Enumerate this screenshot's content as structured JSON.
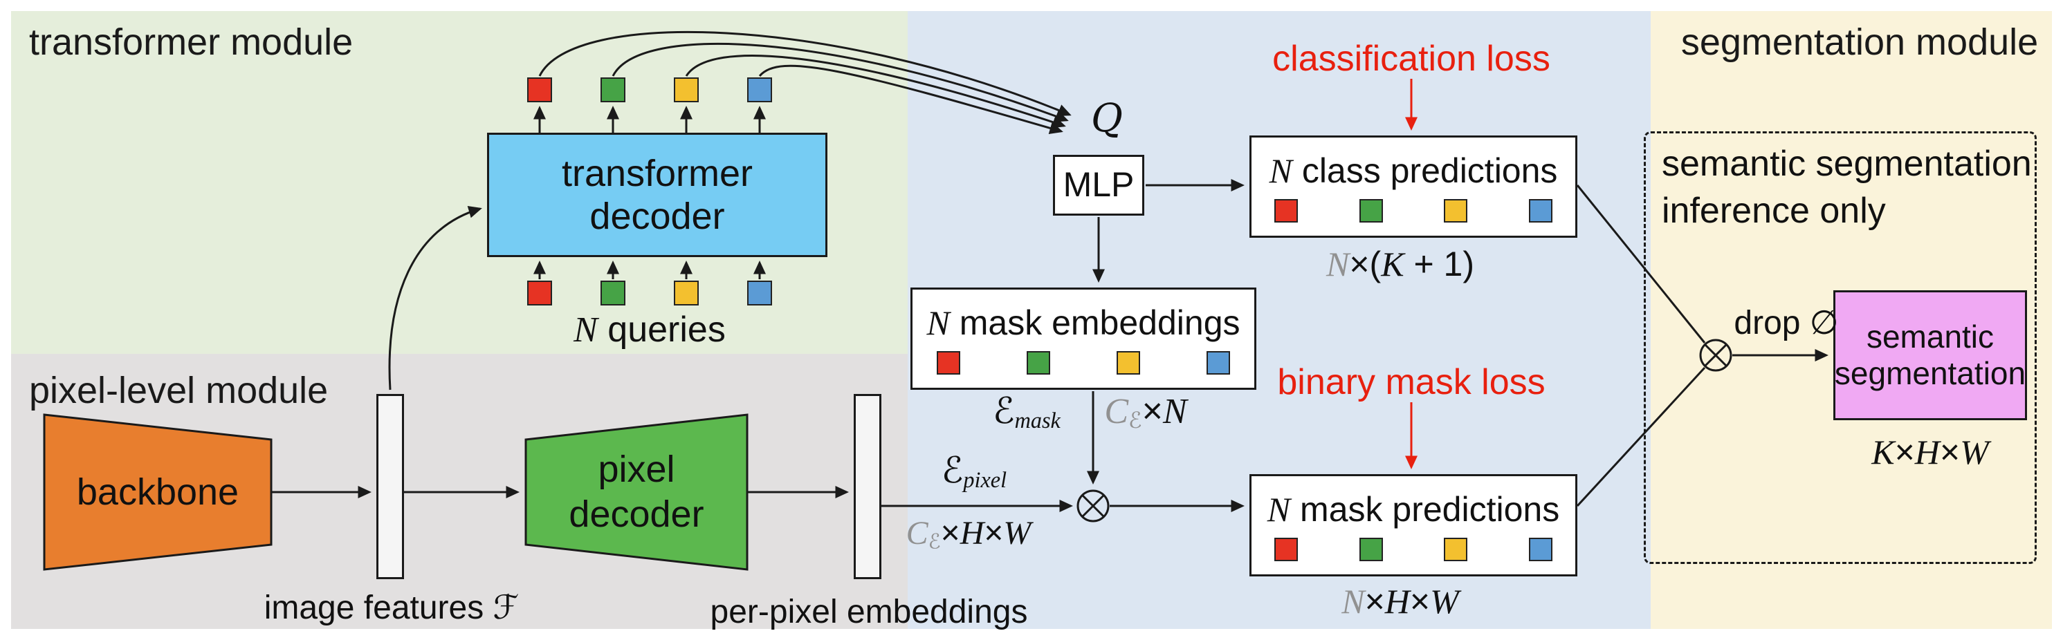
{
  "colors": {
    "panel_transformer": "#e5eedb",
    "panel_pixel": "#e2e0e0",
    "panel_middle": "#dce6f2",
    "panel_segmentation": "#faf3da",
    "decoder_fill": "#76ccf3",
    "backbone_fill": "#e87e2e",
    "pixel_decoder_fill": "#5cb84e",
    "semantic_seg_fill": "#f0a9f3",
    "loss_red": "#e8200f",
    "dim_gray": "#919191",
    "sq_red": "#e63323",
    "sq_green": "#46a346",
    "sq_yellow": "#f3c02f",
    "sq_blue": "#5b9bd5"
  },
  "modules": {
    "transformer_title": "transformer module",
    "pixel_title": "pixel-level module",
    "segmentation_title": "segmentation module"
  },
  "transformer_module": {
    "decoder_line1": "transformer",
    "decoder_line2": "decoder",
    "queries_label": [
      {
        "t": "N",
        "c": "it"
      },
      {
        "t": " queries"
      }
    ]
  },
  "pixel_module": {
    "backbone_label": "backbone",
    "pixel_decoder_line1": "pixel",
    "pixel_decoder_line2": "decoder",
    "image_features_label": [
      {
        "t": "image features "
      },
      {
        "t": "ℱ",
        "c": "scr"
      }
    ],
    "per_pixel_label": "per-pixel embeddings"
  },
  "middle": {
    "q_label": "Q",
    "mlp_label": "MLP",
    "classification_loss_label": "classification loss",
    "binary_mask_loss_label": "binary mask loss",
    "class_predictions_title": [
      {
        "t": "N",
        "c": "it"
      },
      {
        "t": " class predictions"
      }
    ],
    "class_predictions_dim": [
      {
        "t": "N",
        "c": "it gray"
      },
      {
        "t": "×("
      },
      {
        "t": "K",
        "c": "it"
      },
      {
        "t": " + 1)"
      }
    ],
    "mask_embeddings_title": [
      {
        "t": "N",
        "c": "it"
      },
      {
        "t": " mask embeddings"
      }
    ],
    "e_mask_label": [
      {
        "t": "ℰ",
        "c": "scr"
      },
      {
        "t": "mask",
        "c": "it sub"
      }
    ],
    "ce_n_label": [
      {
        "t": "C",
        "c": "it gray"
      },
      {
        "t": "ℰ",
        "c": "scr sub gray"
      },
      {
        "t": "×"
      },
      {
        "t": "N",
        "c": "it"
      }
    ],
    "e_pixel_label": [
      {
        "t": "ℰ",
        "c": "scr"
      },
      {
        "t": "pixel",
        "c": "it sub"
      }
    ],
    "ce_hw_label": [
      {
        "t": "C",
        "c": "it gray"
      },
      {
        "t": "ℰ",
        "c": "scr sub gray"
      },
      {
        "t": "×"
      },
      {
        "t": "H",
        "c": "it"
      },
      {
        "t": "×"
      },
      {
        "t": "W",
        "c": "it"
      }
    ],
    "mask_predictions_title": [
      {
        "t": "N",
        "c": "it"
      },
      {
        "t": " mask predictions"
      }
    ],
    "mask_predictions_dim": [
      {
        "t": "N",
        "c": "it gray"
      },
      {
        "t": "×"
      },
      {
        "t": "H",
        "c": "it"
      },
      {
        "t": "×"
      },
      {
        "t": "W",
        "c": "it"
      }
    ]
  },
  "segmentation_module": {
    "inference_line1": "semantic segmentation",
    "inference_line2": "inference only",
    "drop_label": "drop ∅",
    "semantic_seg_line1": "semantic",
    "semantic_seg_line2": "segmentation",
    "output_dim": [
      {
        "t": "K",
        "c": "it"
      },
      {
        "t": "×"
      },
      {
        "t": "H",
        "c": "it"
      },
      {
        "t": "×"
      },
      {
        "t": "W",
        "c": "it"
      }
    ]
  }
}
